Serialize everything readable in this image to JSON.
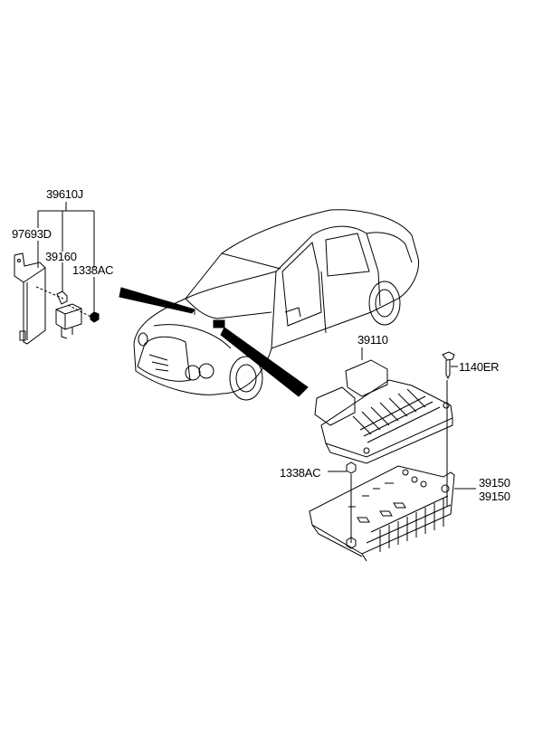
{
  "diagram": {
    "labels": {
      "assembly": "39610J",
      "bracket": "97693D",
      "relay": "39160",
      "nut_left": "1338AC",
      "ecu": "39110",
      "bolt": "1140ER",
      "nut_right": "1338AC",
      "cover_1": "39150",
      "cover_2": "39150"
    }
  }
}
